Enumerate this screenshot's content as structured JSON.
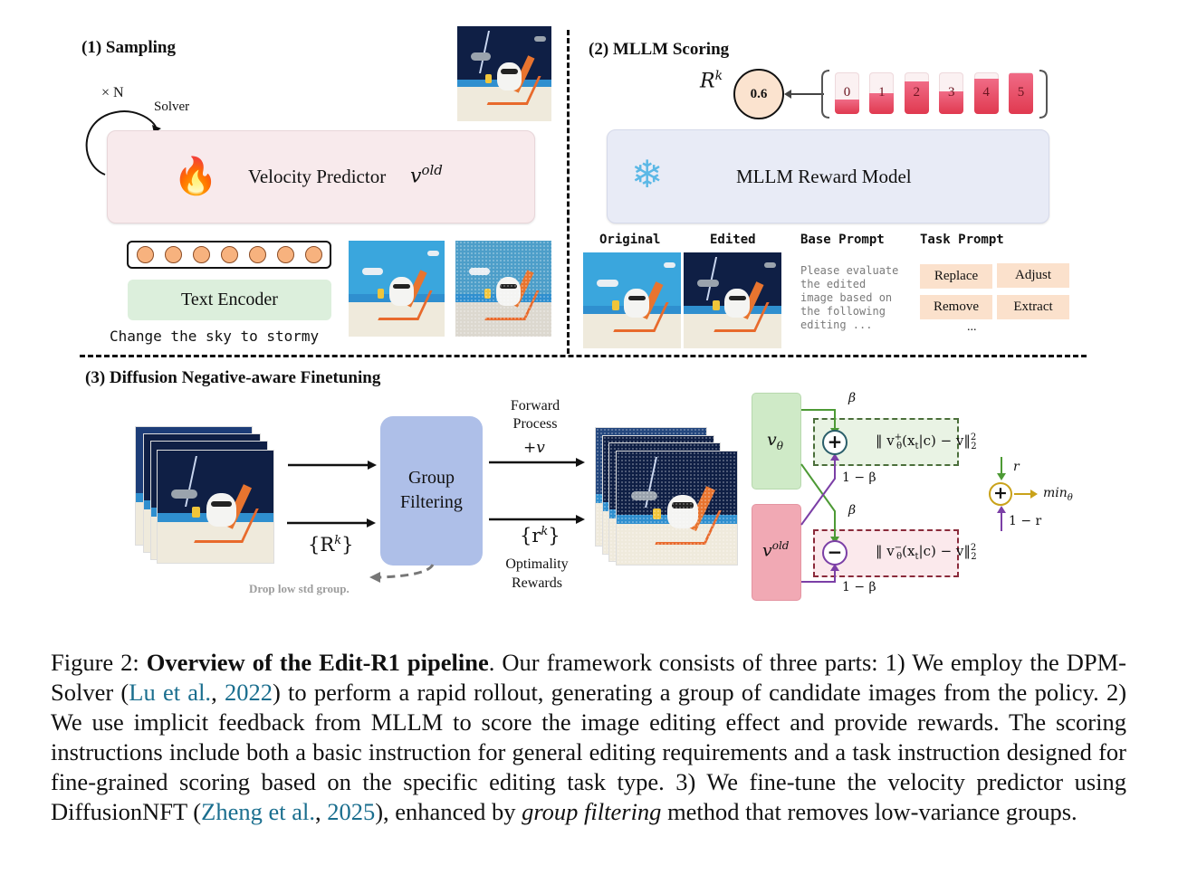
{
  "sections": {
    "sampling": {
      "title": "(1) Sampling",
      "loop_label": "× N",
      "solver_label": "Solver",
      "velocity_predictor_label": "Velocity Predictor",
      "velocity_symbol_base": "v",
      "velocity_symbol_sup": "old",
      "text_encoder_label": "Text Encoder",
      "prompt": "Change the sky to stormy",
      "token_count": 7,
      "fire_icon": "🔥"
    },
    "mllm_scoring": {
      "title": "(2) MLLM Scoring",
      "reward_symbol_base": "R",
      "reward_symbol_sup": "k",
      "reward_value": "0.6",
      "score_levels": [
        {
          "label": "0",
          "fill": 0.35
        },
        {
          "label": "1",
          "fill": 0.5
        },
        {
          "label": "2",
          "fill": 0.78
        },
        {
          "label": "3",
          "fill": 0.55
        },
        {
          "label": "4",
          "fill": 0.85
        },
        {
          "label": "5",
          "fill": 0.97
        }
      ],
      "reward_model_label": "MLLM Reward Model",
      "snowflake_icon": "❄",
      "original_label": "Original",
      "edited_label": "Edited",
      "base_prompt_label": "Base Prompt",
      "base_prompt_text": [
        "Please evaluate",
        "the edited",
        "image based on",
        "the following",
        "editing ..."
      ],
      "task_prompt_label": "Task Prompt",
      "task_prompts": [
        "Replace",
        "Adjust",
        "Remove",
        "Extract"
      ],
      "task_more": "..."
    },
    "finetuning": {
      "title": "(3) Diffusion Negative-aware Finetuning",
      "group_filtering_line1": "Group",
      "group_filtering_line2": "Filtering",
      "reward_set_label": "{R",
      "reward_set_sup": "k",
      "reward_set_close": "}",
      "forward_process_line1": "Forward",
      "forward_process_line2": "Process",
      "plus_v": "+v",
      "optimality_set": "{r",
      "optimality_set_sup": "k",
      "optimality_set_close": "}",
      "optimality_line1": "Optimality",
      "optimality_line2": "Rewards",
      "drop_label": "Drop low std group.",
      "v_theta_base": "v",
      "v_theta_sub": "θ",
      "v_old_base": "v",
      "v_old_sup": "old",
      "beta": "β",
      "one_minus_beta": "1 − β",
      "plus_symbol": "+",
      "minus_symbol": "−",
      "loss_pos": "‖ v",
      "loss_pos_sup": "+",
      "loss_pos_sub": "θ",
      "loss_tail": "(x",
      "loss_tail_sub": "t",
      "loss_tail2": "|c)  −  v‖",
      "loss_norm_sup": "2",
      "loss_norm_sub": "2",
      "loss_neg_sup": "−",
      "r_label": "r",
      "one_minus_r": "1 − r",
      "min_label": "min",
      "min_sub": "θ"
    }
  },
  "colors": {
    "velocity_box": "#f8eaec",
    "text_encoder_box": "#dcefdc",
    "reward_model_box": "#e8ebf6",
    "group_filter_box": "#aebfe8",
    "v_theta_box": "#cfeac7",
    "v_old_box": "#f1a9b4",
    "green_arrow": "#4d9a35",
    "purple_arrow": "#7b3fa6",
    "gold": "#c9a21a",
    "citation": "#1a6e8e"
  },
  "caption": {
    "prefix": "Figure 2: ",
    "bold": "Overview of the Edit-R1 pipeline",
    "p1": ". Our framework consists of three parts: 1) We employ the DPM-Solver (",
    "cite1_author": "Lu et al.",
    "cite1_sep": ", ",
    "cite1_year": "2022",
    "p2": ") to perform a rapid rollout, generating a group of candidate images from the policy. 2) We use implicit feedback from MLLM to score the image editing effect and provide rewards. The scoring instructions include both a basic instruction for general editing requirements and a task instruction designed for fine-grained scoring based on the specific editing task type. 3) We fine-tune the velocity predictor using DiffusionNFT (",
    "cite2_author": "Zheng et al.",
    "cite2_sep": ", ",
    "cite2_year": "2025",
    "p3": "), enhanced by ",
    "italic": "group filtering",
    "p4": " method that removes low-variance groups."
  }
}
